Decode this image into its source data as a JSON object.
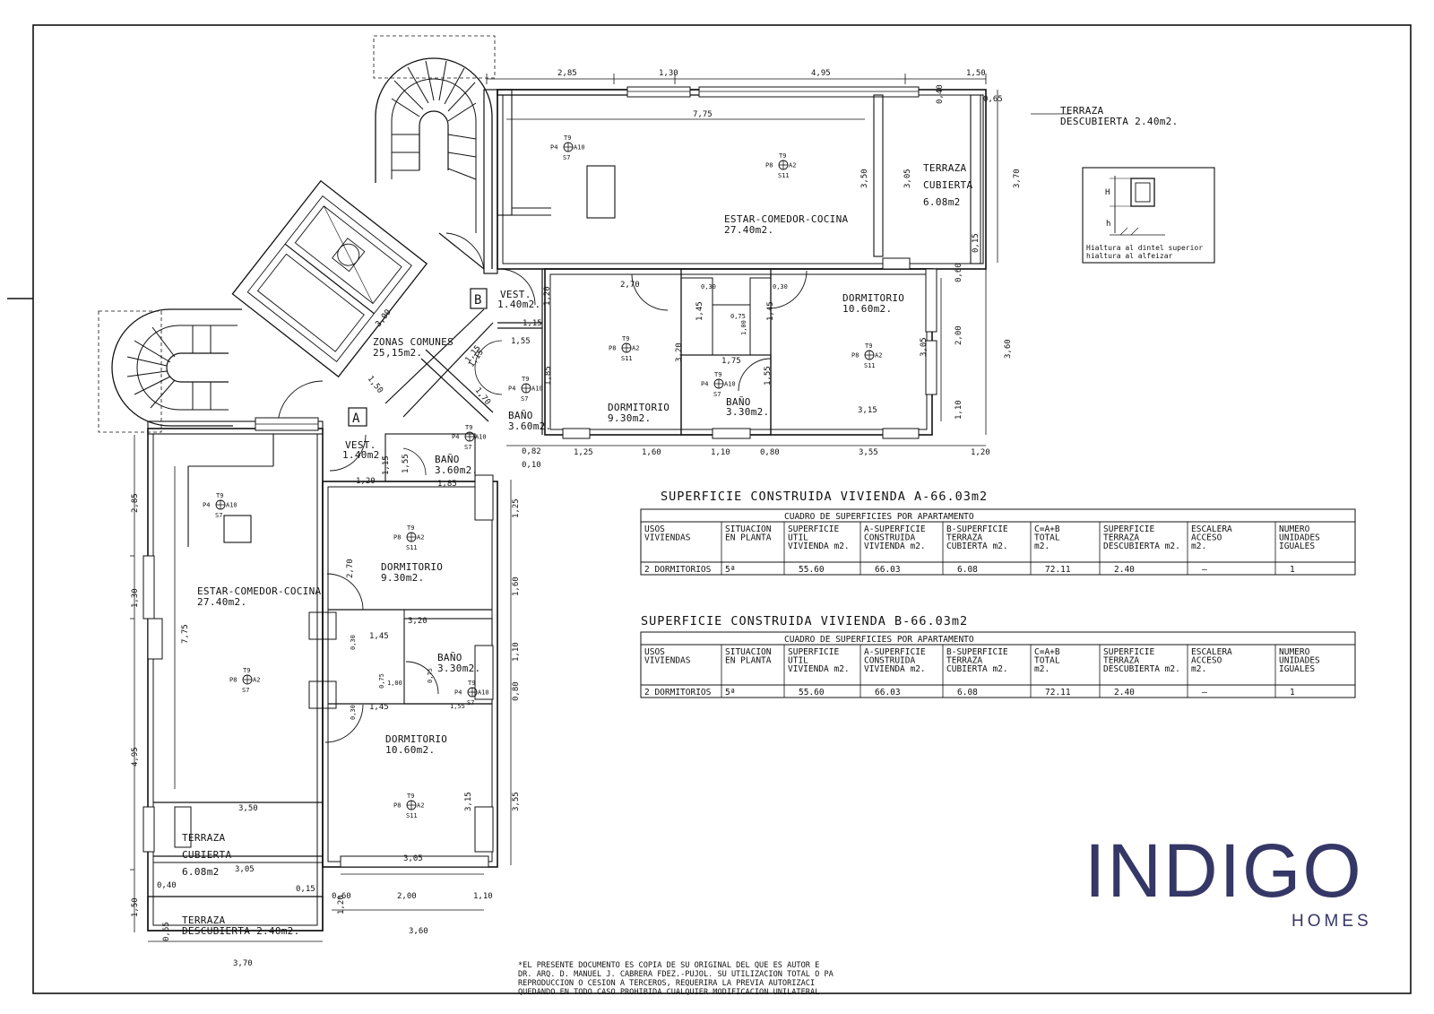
{
  "unit_a": {
    "title": "SUPERFICIE CONSTRUIDA VIVIENDA A-66.03m2",
    "rooms": {
      "estar": [
        "ESTAR-COMEDOR-COCINA",
        "27.40m2."
      ],
      "terraza_cub": [
        "TERRAZA",
        "CUBIERTA",
        "6.08m2"
      ],
      "terraza_desc": [
        "TERRAZA",
        "DESCUBIERTA 2.40m2."
      ],
      "dorm1": [
        "DORMITORIO",
        "9.30m2."
      ],
      "dorm2": [
        "DORMITORIO",
        "10.60m2."
      ],
      "bano1": [
        "BAÑO",
        "3.60m2."
      ],
      "bano2": [
        "BAÑO",
        "3.30m2."
      ],
      "vest": [
        "VEST.",
        "1.40m2."
      ],
      "marker": "A"
    },
    "dims": {
      "bottom": "3,70",
      "terr_w": "3,60",
      "d_2_00": "2,00",
      "d_1_10": "1,10",
      "d_0_60": "0,60",
      "d_0_15": "0,15",
      "d_0_40": "0,40",
      "d_0_65": "0,65",
      "left_1_50": "1,50",
      "left_4_95": "4,95",
      "left_1_30": "1,30",
      "left_2_85": "2,85",
      "in_7_75": "7,75",
      "in_3_50": "3,50",
      "in_3_05": "3,05",
      "d2_3_05": "3,05",
      "d2_3_15": "3,15",
      "r_3_55": "3,55",
      "r_0_80": "0,80",
      "r_1_10": "1,10",
      "r_1_60": "1,60",
      "r_1_25": "1,25",
      "d1_3_20": "3,20",
      "d1_2_70": "2,70",
      "c_1_45": "1,45",
      "c_1_45b": "1,45",
      "c_1_00": "1,00",
      "c_0_75": "0,75",
      "c_0_75b": "0,75",
      "c_0_30": "0,30",
      "c_0_30b": "0,30",
      "b2_1_55": "1,55",
      "b1_1_85": "1,85",
      "b1_1_55": "1,55",
      "v_1_20": "1,20",
      "v_1_15": "1,15",
      "t_1_20": "1,20"
    }
  },
  "unit_b": {
    "title": "SUPERFICIE CONSTRUIDA VIVIENDA B-66.03m2",
    "rooms": {
      "estar": [
        "ESTAR-COMEDOR-COCINA",
        "27.40m2."
      ],
      "terraza_cub": [
        "TERRAZA",
        "CUBIERTA",
        "6.08m2"
      ],
      "terraza_desc": [
        "TERRAZA",
        "DESCUBIERTA 2.40m2."
      ],
      "dorm1": [
        "DORMITORIO",
        "9.30m2."
      ],
      "dorm2": [
        "DORMITORIO",
        "10.60m2."
      ],
      "bano1": [
        "BAÑO",
        "3.60m2."
      ],
      "bano2": [
        "BAÑO",
        "3.30m2."
      ],
      "vest": [
        "VEST.",
        "1.40m2."
      ],
      "marker": "B"
    },
    "dims": {
      "top_2_85": "2,85",
      "top_1_30": "1,30",
      "top_4_95": "4,95",
      "top_1_50": "1,50",
      "in_7_75": "7,75",
      "d_0_65": "0,65",
      "d_0_40": "0,40",
      "r_3_70": "3,70",
      "r_3_60": "3,60",
      "r_0_15": "0,15",
      "r_0_60": "0,60",
      "r_2_00": "2,00",
      "r_1_10": "1,10",
      "in_3_50": "3,50",
      "in_3_05": "3,05",
      "b_1_20": "1,20",
      "b_3_55": "3,55",
      "b_0_80": "0,80",
      "b_1_10": "1,10",
      "b_1_60": "1,60",
      "b_1_25": "1,25",
      "b_0_82": "0,82",
      "b_0_10": "0,10",
      "d1_2_70": "2,70",
      "d1_3_20": "3,20",
      "d2_3_05": "3,05",
      "d2_3_15": "3,15",
      "c_0_30": "0,30",
      "c_0_30b": "0,30",
      "c_1_45": "1,45",
      "c_1_45b": "1,45",
      "c_0_75": "0,75",
      "c_1_00": "1,00",
      "c_1_75": "1,75",
      "b2_1_55": "1,55",
      "b1_1_55": "1,55",
      "b1_1_85": "1,85",
      "v_1_15": "1,15",
      "v_1_20": "1,20",
      "v_1_15b": "1,15"
    }
  },
  "common": {
    "zonas": [
      "ZONAS COMUNES",
      "25,15m2."
    ],
    "d_3_00": "3,00",
    "d_1_50": "1,50",
    "d_1_15": "1,15",
    "d_1_70": "1,70"
  },
  "symbols": {
    "t9": "T9",
    "p8": "P8",
    "a2": "A2",
    "s11": "S11",
    "p4": "P4",
    "a10": "A10",
    "s7": "S7"
  },
  "legend": {
    "h": "H",
    "h_small": "h",
    "line1": "Hialtura al dintel superior",
    "line2": "hialtura al alfeizar"
  },
  "table_common": {
    "caption": "CUADRO DE SUPERFICIES POR APARTAMENTO",
    "headers": [
      [
        "USOS",
        "VIVIENDAS"
      ],
      [
        "SITUACION",
        "EN PLANTA"
      ],
      [
        "SUPERFICIE",
        "UTIL",
        "VIVIENDA m2."
      ],
      [
        "A-SUPERFICIE",
        "CONSTRUIDA",
        "VIVIENDA m2."
      ],
      [
        "B-SUPERFICIE",
        "TERRAZA",
        "CUBIERTA m2."
      ],
      [
        "C=A+B",
        "TOTAL",
        "m2."
      ],
      [
        "SUPERFICIE",
        "TERRAZA",
        "DESCUBIERTA m2."
      ],
      [
        "ESCALERA",
        "ACCESO",
        "m2."
      ],
      [
        "NUMERO",
        "UNIDADES",
        "IGUALES"
      ]
    ],
    "row": [
      "2 DORMITORIOS",
      "5ª",
      "55.60",
      "66.03",
      "6.08",
      "72.11",
      "2.40",
      "–",
      "1"
    ]
  },
  "note": [
    "*EL PRESENTE DOCUMENTO ES COPIA DE SU ORIGINAL DEL QUE ES AUTOR E",
    "DR. ARQ. D. MANUEL J. CABRERA FDEZ.-PUJOL. SU UTILIZACION TOTAL O PA",
    "REPRODUCCION O CESION A TERCEROS, REQUERIRA  LA PREVIA AUTORIZACI",
    "QUEDANDO EN TODO CASO  PROHIBIDA CUALQUIER MODIFICACION UNILATERAL"
  ],
  "brand": {
    "name": "INDIGO",
    "sub": "HOMES",
    "color": "#353766"
  }
}
